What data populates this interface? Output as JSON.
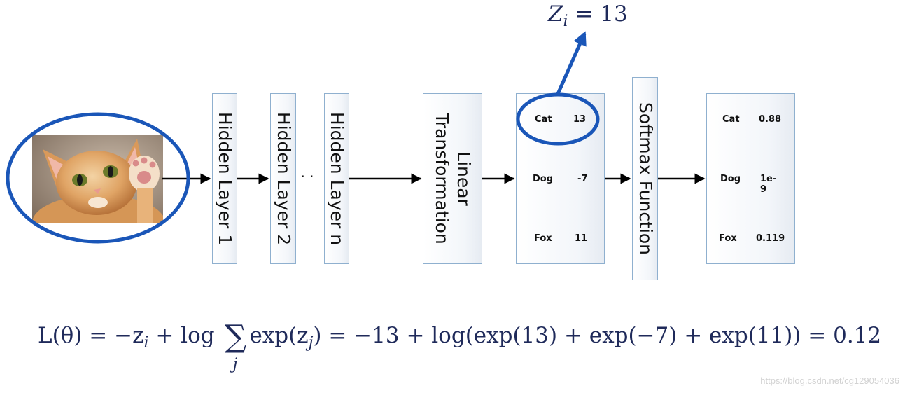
{
  "layers": [
    "Hidden Layer 1",
    "Hidden Layer 2",
    "Hidden Layer n"
  ],
  "ellipsis": "· ·",
  "linear_transformation": [
    "Linear",
    "Transformation"
  ],
  "softmax_label": "Softmax Function",
  "logits": [
    {
      "label": "Cat",
      "value": "13"
    },
    {
      "label": "Dog",
      "value": "-7"
    },
    {
      "label": "Fox",
      "value": "11"
    }
  ],
  "probabilities": [
    {
      "label": "Cat",
      "value": "0.88"
    },
    {
      "label": "Dog",
      "value": "1e-9"
    },
    {
      "label": "Fox",
      "value": "0.119"
    }
  ],
  "zi_label": {
    "var": "Z",
    "sub": "i",
    "rest": " = 13"
  },
  "formula": {
    "lhs": "L(θ) = −z",
    "lhs_sub": "i",
    "plus_log": " + log",
    "sum": "∑",
    "sum_sub": "j",
    "exp": "exp(z",
    "exp_sub": "j",
    "rhs": ") =  −13 + log(exp(13) + exp(−7) + exp(11)) = 0.12"
  },
  "watermark": "https://blog.csdn.net/cg129054036",
  "colors": {
    "accent": "#1a56b8",
    "box_border": "#8fb0cf"
  }
}
